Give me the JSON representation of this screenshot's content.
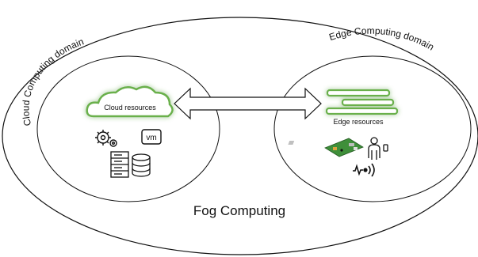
{
  "diagram": {
    "outer_label": "Fog Computing",
    "cloud_domain_label": "Cloud Computing domain",
    "edge_domain_label": "Edge Computing domain",
    "cloud_resources_label": "Cloud resources",
    "edge_resources_label": "Edge resources",
    "cloud_icons": [
      "gears-icon",
      "vm-icon",
      "server-rack-icon",
      "database-icon"
    ],
    "edge_icons": [
      "raspberry-pi-board-icon",
      "person-with-phone-icon",
      "sensor-signal-icon"
    ],
    "connector": "bidirectional-arrow",
    "accent_green": "#6ab04c"
  }
}
